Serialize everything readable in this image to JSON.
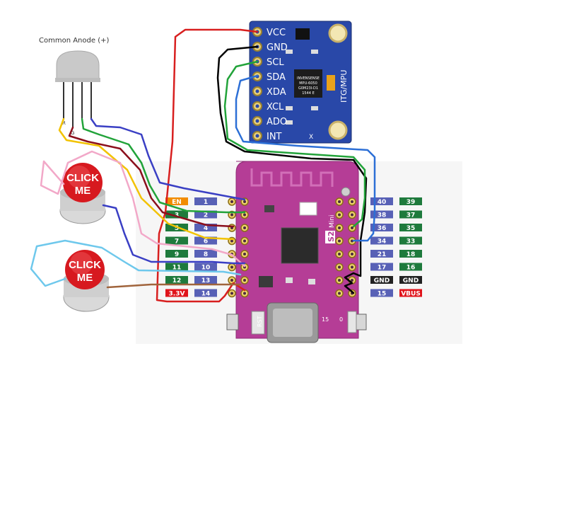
{
  "led": {
    "label": "Common Anode (+)",
    "pin_r": "R",
    "pin_g": "G"
  },
  "buttons": [
    {
      "line1": "CLICK",
      "line2": "ME"
    },
    {
      "line1": "CLICK",
      "line2": "ME"
    }
  ],
  "mpu": {
    "pins": [
      "VCC",
      "GND",
      "SCL",
      "SDA",
      "XDA",
      "XCL",
      "ADO",
      "INT"
    ],
    "vertical_label": "ITG/MPU",
    "chip_lines": [
      "INVENSENSE",
      "MPU-6050",
      "G0M23I-D1",
      "1544 E"
    ],
    "axis_text": "X"
  },
  "board": {
    "name_tag": "S2",
    "name_mini": "Mini",
    "rst_label": "RST",
    "io0_label": "0",
    "led_label": "15"
  },
  "left_pins": [
    {
      "a": "EN",
      "a_color": "#f28c00",
      "b": "1",
      "b_color": "#5861b6"
    },
    {
      "a": "3",
      "a_color": "#1e7a3c",
      "b": "2",
      "b_color": "#5861b6"
    },
    {
      "a": "5",
      "a_color": "#1e7a3c",
      "b": "4",
      "b_color": "#5861b6"
    },
    {
      "a": "7",
      "a_color": "#1e7a3c",
      "b": "6",
      "b_color": "#5861b6"
    },
    {
      "a": "9",
      "a_color": "#1e7a3c",
      "b": "8",
      "b_color": "#5861b6"
    },
    {
      "a": "11",
      "a_color": "#1e7a3c",
      "b": "10",
      "b_color": "#5861b6"
    },
    {
      "a": "12",
      "a_color": "#1e7a3c",
      "b": "13",
      "b_color": "#5861b6"
    },
    {
      "a": "3.3V",
      "a_color": "#e0141b",
      "b": "14",
      "b_color": "#5861b6"
    }
  ],
  "right_pins": [
    {
      "a": "40",
      "a_color": "#5861b6",
      "b": "39",
      "b_color": "#1e7a3c"
    },
    {
      "a": "38",
      "a_color": "#5861b6",
      "b": "37",
      "b_color": "#1e7a3c"
    },
    {
      "a": "36",
      "a_color": "#5861b6",
      "b": "35",
      "b_color": "#1e7a3c"
    },
    {
      "a": "34",
      "a_color": "#5861b6",
      "b": "33",
      "b_color": "#1e7a3c"
    },
    {
      "a": "21",
      "a_color": "#5861b6",
      "b": "18",
      "b_color": "#1e7a3c"
    },
    {
      "a": "17",
      "a_color": "#5861b6",
      "b": "16",
      "b_color": "#1e7a3c"
    },
    {
      "a": "GND",
      "a_color": "#222222",
      "b": "GND",
      "b_color": "#222222"
    },
    {
      "a": "15",
      "a_color": "#5861b6",
      "b": "VBUS",
      "b_color": "#e0141b"
    }
  ],
  "colors": {
    "board": "#b53d96",
    "mpu": "#2948a8",
    "wire_red": "#d81f1f",
    "wire_black": "#000000",
    "wire_green": "#22a33a",
    "wire_blue": "#2c6fd6",
    "wire_lightblue": "#6ec8ec",
    "wire_yellow": "#f2c200",
    "wire_darkred": "#8b0f1c",
    "wire_navy": "#3a3fc4",
    "wire_pink": "#f2a8c8",
    "wire_brown": "#a0643c"
  }
}
